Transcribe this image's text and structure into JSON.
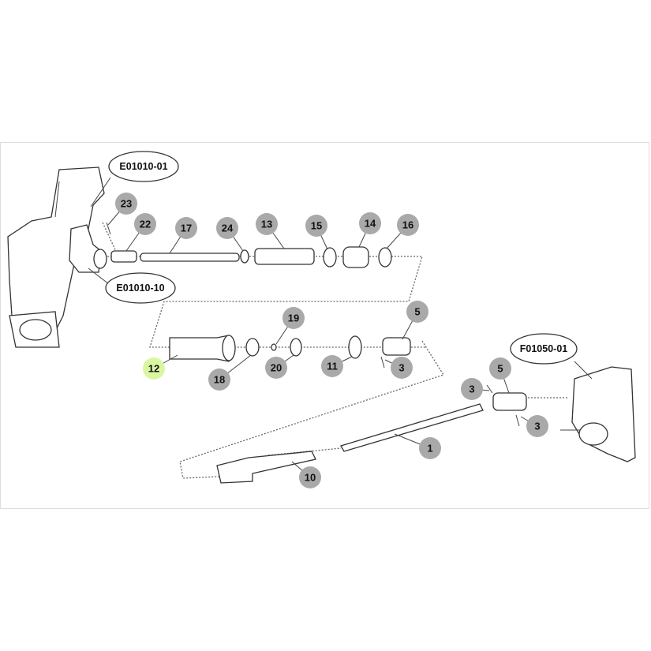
{
  "colors": {
    "callout": "#a9a9a9",
    "highlight": "#d9f7a0"
  },
  "references": {
    "top_housing": "E01010-01",
    "top_bearing": "E01010-10",
    "gearbox": "F01050-01"
  },
  "callouts": [
    "23",
    "22",
    "17",
    "24",
    "13",
    "15",
    "14",
    "16",
    "5",
    "19",
    "12",
    "18",
    "20",
    "11",
    "3",
    "5",
    "3",
    "3",
    "1",
    "10"
  ]
}
